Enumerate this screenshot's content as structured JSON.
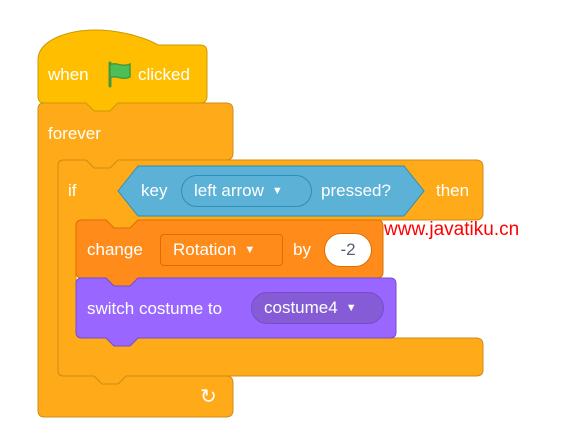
{
  "event_block": {
    "when_label": "when",
    "flag_icon": "green-flag-icon",
    "clicked_label": "clicked"
  },
  "forever_block": {
    "label": "forever",
    "loop_icon": "loop-arrow-icon",
    "loop_glyph": "↻"
  },
  "if_block": {
    "if_label": "if",
    "then_label": "then"
  },
  "sensing_block": {
    "key_label": "key",
    "key_value": "left arrow",
    "pressed_label": "pressed?"
  },
  "change_block": {
    "change_label": "change",
    "variable_value": "Rotation",
    "by_label": "by",
    "amount_value": "-2"
  },
  "costume_block": {
    "label": "switch costume to",
    "costume_value": "costume4"
  },
  "watermark": {
    "text": "www.javatiku.cn"
  },
  "colors": {
    "events": "#ffbf00",
    "control": "#ffab19",
    "sensing": "#5cb1d6",
    "variables": "#ff8c1a",
    "looks": "#9966ff",
    "watermark": "#ff0000"
  }
}
